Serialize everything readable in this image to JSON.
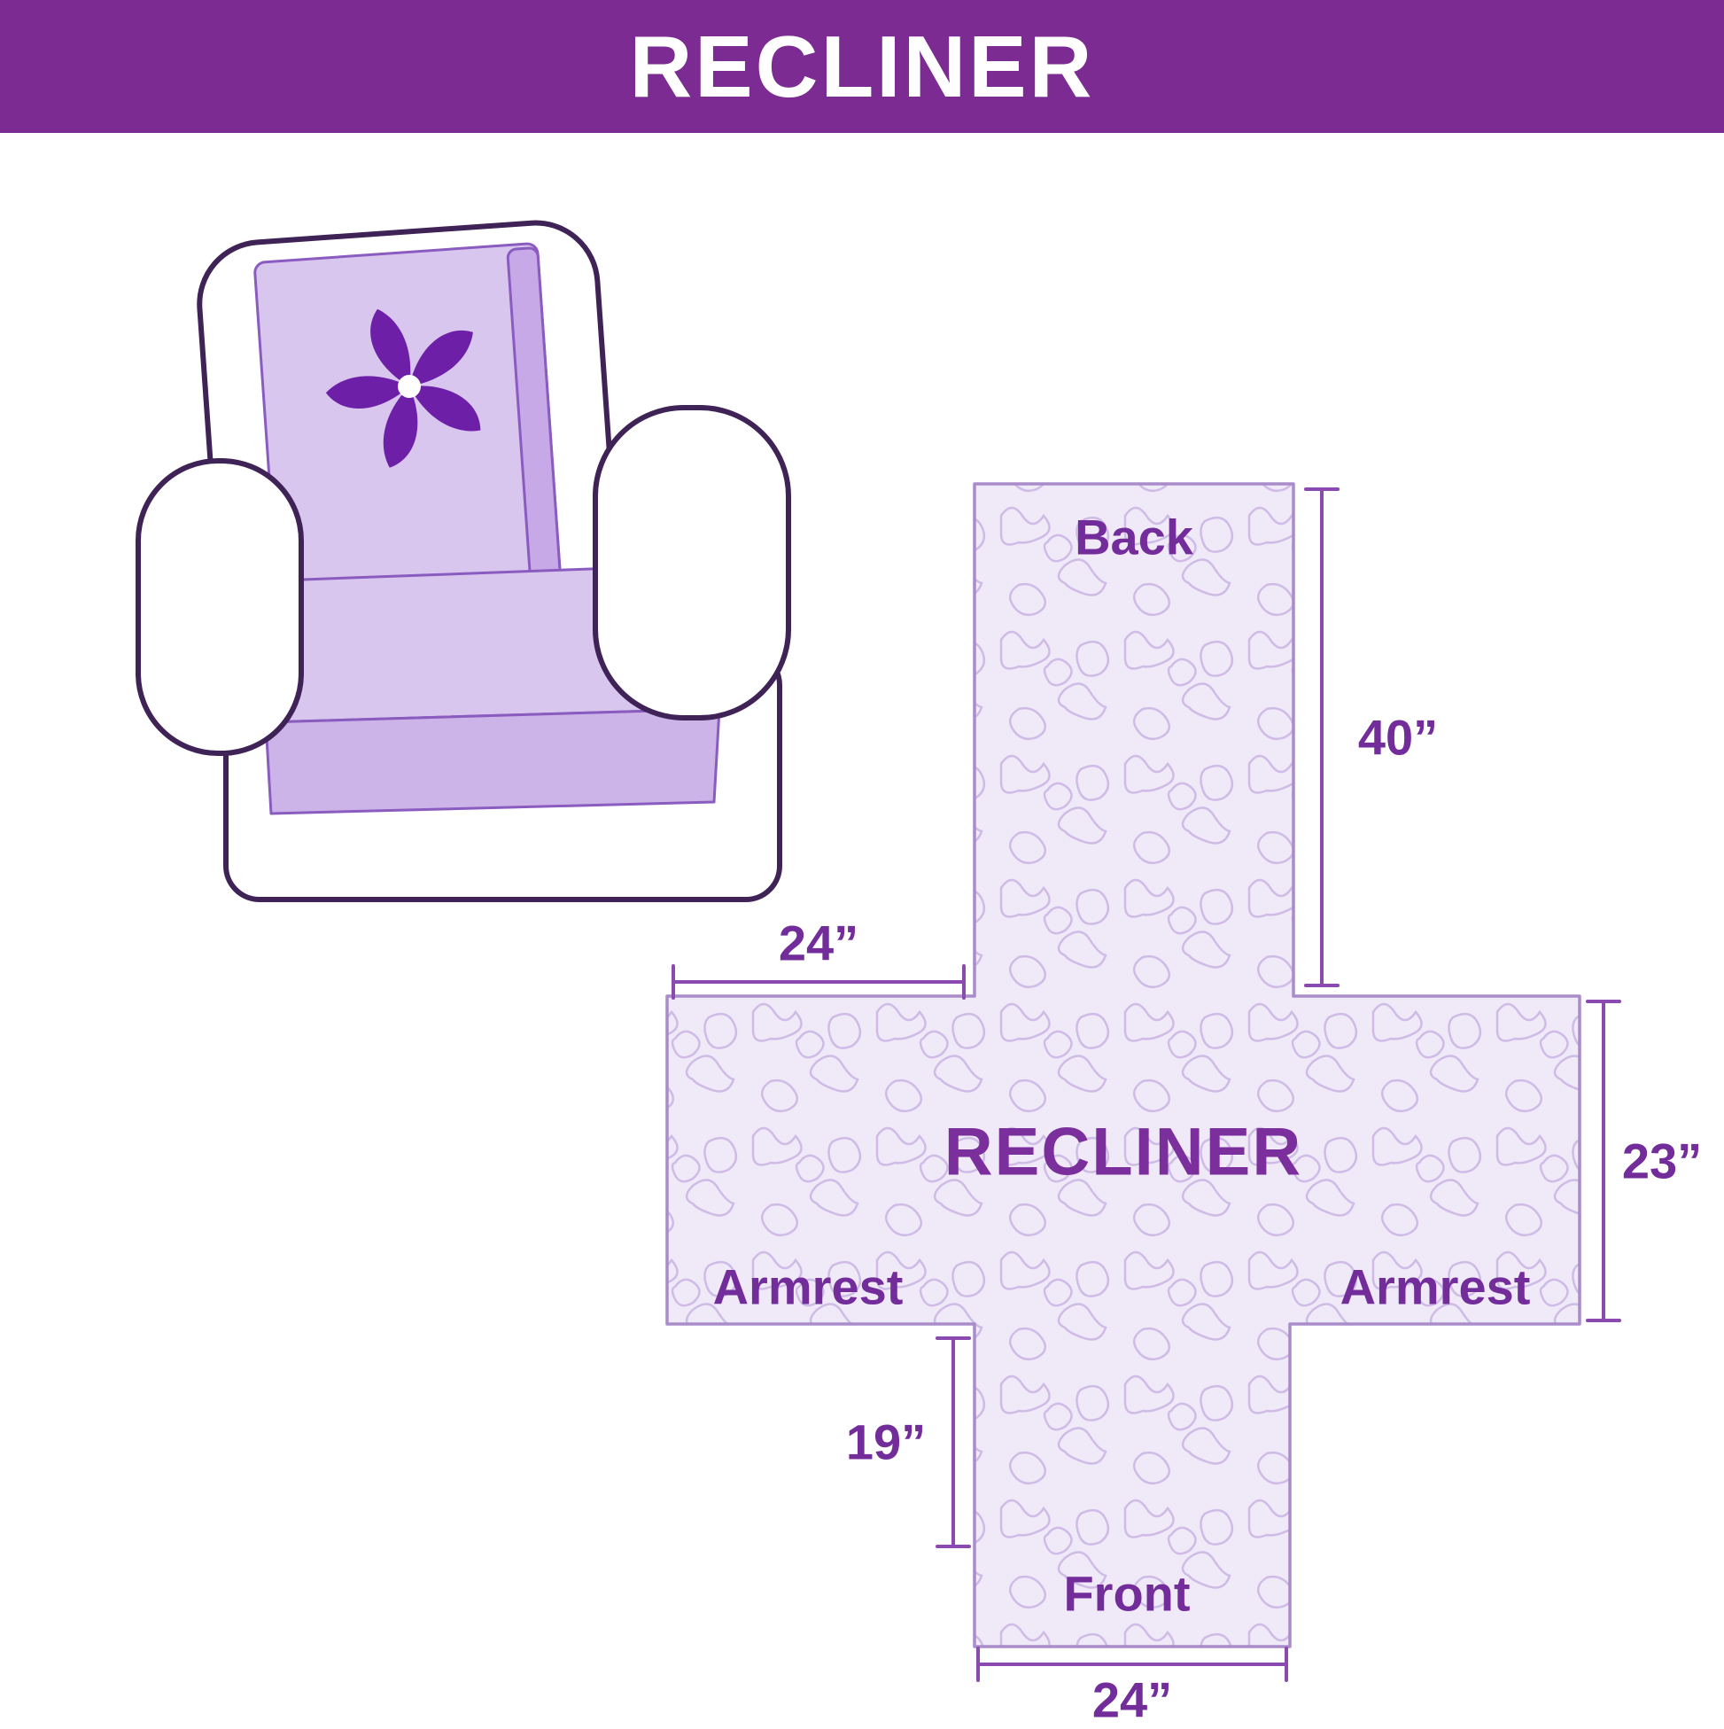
{
  "header": {
    "title": "RECLINER"
  },
  "diagram": {
    "center_label": "RECLINER",
    "back_label": "Back",
    "front_label": "Front",
    "armrest_left_label": "Armrest",
    "armrest_right_label": "Armrest",
    "dim_back_height": "40”",
    "dim_armrest_top_width": "24”",
    "dim_side_depth": "23”",
    "dim_front_flap_length": "19”",
    "dim_front_width": "24”"
  },
  "illustration": {
    "pinwheel_icon": "pinwheel-flower"
  },
  "colors": {
    "header_purple": "#7b2b91",
    "accent_text_purple": "#732d9b",
    "chair_outline_purple": "#3f2356",
    "cover_light_purple": "#d9c6ef",
    "cover_shade_purple": "#cdb4e8",
    "quilt_fill": "#efe9f8",
    "quilt_stitch": "#cfbce6",
    "pinwheel_purple": "#6d1fa8",
    "dimension_line_purple": "#8a4ab0"
  }
}
